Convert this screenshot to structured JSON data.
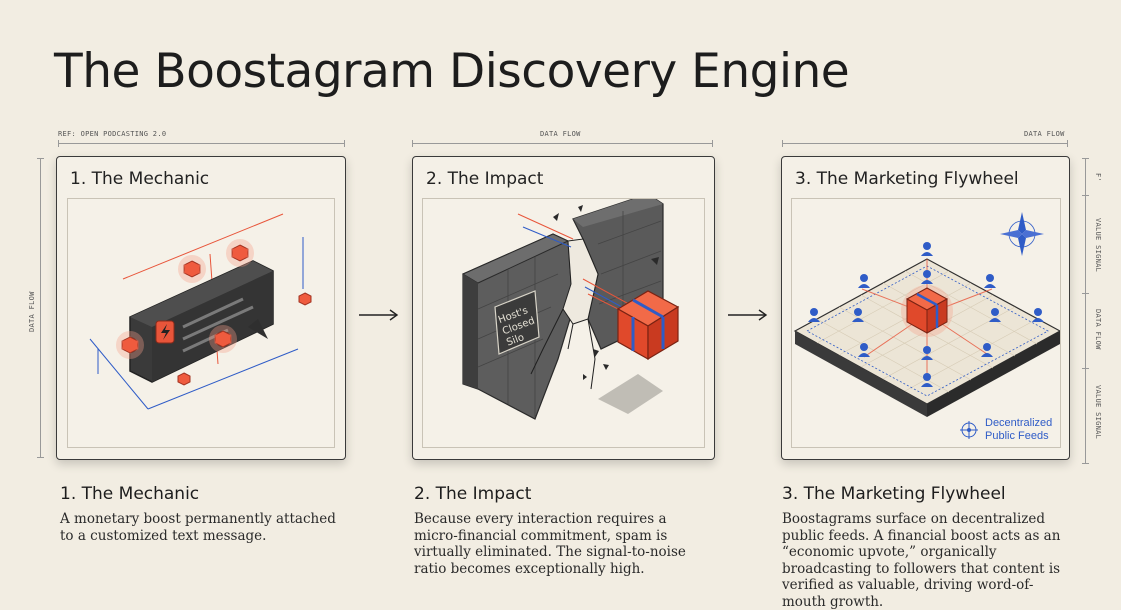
{
  "title": "The Boostagram Discovery Engine",
  "annotations": {
    "ref": "REF: OPEN PODCASTING 2.0",
    "data_flow_top_2": "DATA FLOW",
    "data_flow_top_3": "DATA FLOW",
    "data_flow_left": "DATA FLOW",
    "right_f": "F'",
    "right_value_signal_1": "VALUE SIGNAL",
    "right_data_flow": "DATA FLOW",
    "right_value_signal_2": "VALUE SIGNAL"
  },
  "panels": [
    {
      "title": "1. The Mechanic"
    },
    {
      "title": "2. The Impact",
      "wall_label": "Host's Closed Silo"
    },
    {
      "title": "3. The Marketing Flywheel",
      "legend": "Decentralized Public Feeds"
    }
  ],
  "captions": [
    {
      "heading": "1. The Mechanic",
      "body": "A monetary boost permanently attached to a customized text message."
    },
    {
      "heading": "2. The Impact",
      "body": "Because every interaction requires a micro-financial commitment, spam is virtually eliminated. The signal-to-noise ratio becomes exceptionally high."
    },
    {
      "heading": "3. The Marketing Flywheel",
      "body": "Boostagrams surface on decentralized public feeds. A financial boost acts as an “economic upvote,” organically broadcasting to followers that content is verified as valuable, driving word-of-mouth growth."
    }
  ],
  "colors": {
    "accent": "#e8553a",
    "blue": "#2f5cc7",
    "dark": "#3c3c3c"
  }
}
